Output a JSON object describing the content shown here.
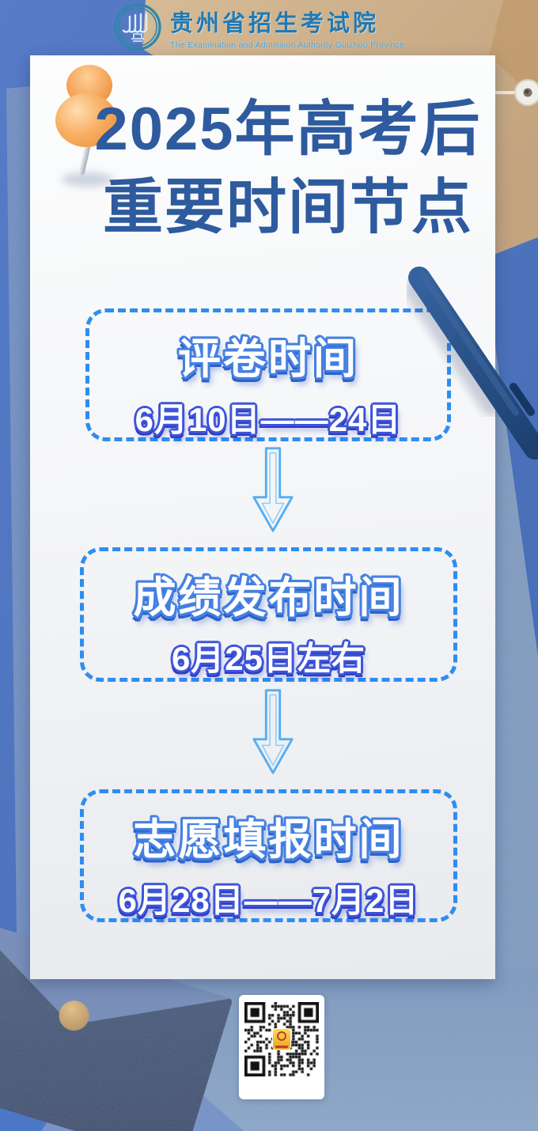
{
  "header": {
    "org_name": "贵州省招生考试院",
    "org_name_en": "The Examination and Admission Authority Guizhou Province"
  },
  "poster": {
    "title_line1": "2025年高考后",
    "title_line2": "重要时间节点",
    "timeline": [
      {
        "label": "评卷时间",
        "date": "6月10日——24日"
      },
      {
        "label": "成绩发布时间",
        "date": "6月25日左右"
      },
      {
        "label": "志愿填报时间",
        "date": "6月28日——7月2日"
      }
    ]
  },
  "icons": {
    "logo": "guizhou-exam-authority-logo",
    "pushpin": "pushpin-icon",
    "arrow": "down-arrow-icon",
    "qr": "qr-code",
    "pen": "blue-pen",
    "kraft_envelope": "kraft-envelope",
    "navy_envelope": "navy-envelope"
  },
  "colors": {
    "base_blue": "#4d76c0",
    "title_blue": "#2e5a9e",
    "box_border": "#2f8df0",
    "label_outline": "#4580e2",
    "date_outline": "#3d54da",
    "arrow_blue": "#55aef2",
    "kraft": "#cfae84",
    "navy_envelope": "#3c5375",
    "gold_clasp": "#c99d5f"
  }
}
